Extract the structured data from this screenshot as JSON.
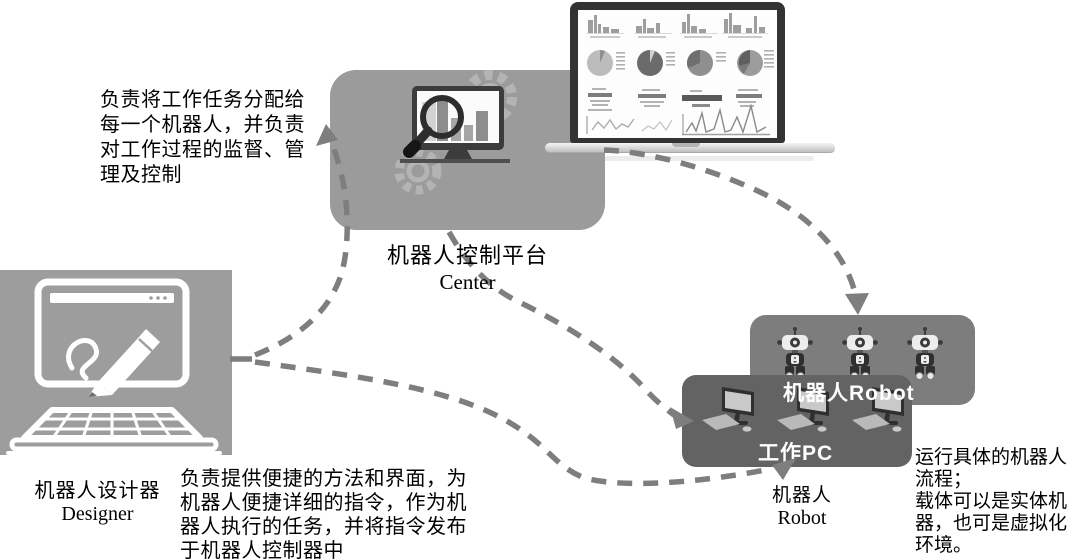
{
  "diagram": {
    "title_hint": "RPA robot platform architecture diagram",
    "notes": {
      "center_role": "负责将工作任务分配给\n每一个机器人，并负责\n对工作过程的监督、管\n理及控制",
      "designer_role": "负责提供便捷的方法和界面，为\n机器人便捷详细的指令，作为机\n器人执行的任务，并将指令发布\n于机器人控制器中",
      "robot_role": "运行具体的机器人\n流程；\n载体可以是实体机\n器，也可是虚拟化\n环境。"
    },
    "nodes": {
      "center": {
        "name_zh": "机器人控制平台",
        "name_en": "Center"
      },
      "designer": {
        "name_zh": "机器人设计器",
        "name_en": "Designer"
      },
      "robot_group": {
        "label": "机器人Robot"
      },
      "pc_group": {
        "label": "工作PC"
      },
      "robot": {
        "name_zh": "机器人",
        "name_en": "Robot"
      }
    },
    "edges": [
      {
        "from": "designer",
        "to": "center",
        "style": "dashed-arrow"
      },
      {
        "from": "designer",
        "to": "pc_group",
        "style": "dashed-arrow"
      },
      {
        "from": "center",
        "to": "pc_group",
        "style": "dashed-arrow"
      },
      {
        "from": "center",
        "to": "robot_group",
        "style": "dashed-arrow"
      }
    ],
    "icons": {
      "designer": "laptop-pencil-icon",
      "center": "analytics-monitor-gears-icon",
      "dashboard": "laptop-dashboard-icon",
      "robot": "robot-icon",
      "pc": "desktop-pc-icon"
    },
    "colors": {
      "box_light": "#9d9d9d",
      "box_medium": "#7d7d7d",
      "box_dark": "#636363",
      "connector": "#7e7e7e",
      "label_on_dark": "#ffffff",
      "text": "#000000"
    }
  }
}
